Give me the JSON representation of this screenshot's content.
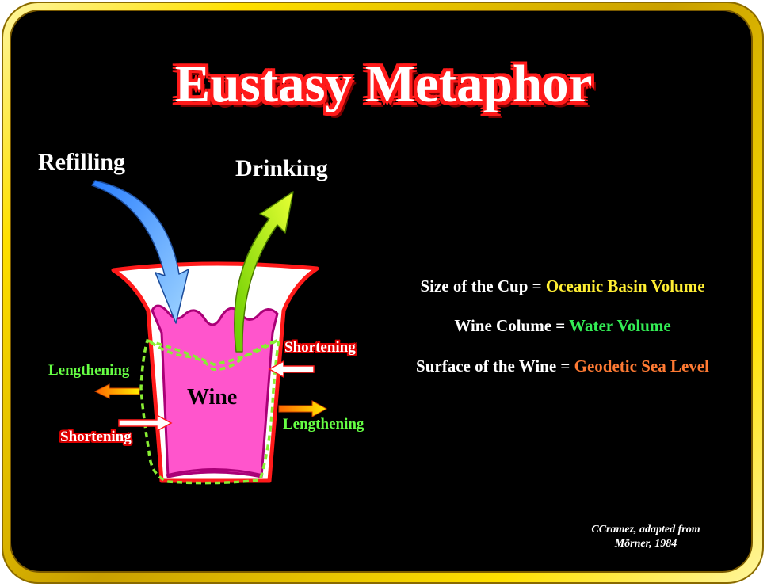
{
  "title": "Eustasy Metaphor",
  "labels": {
    "refilling": "Refilling",
    "drinking": "Drinking",
    "wine": "Wine",
    "shortening_right": "Shortening",
    "lengthening_left": "Lengthening",
    "shortening_left": "Shortening",
    "lengthening_right": "Lengthening"
  },
  "equations": [
    {
      "term": "Size of the Cup = ",
      "meaning": "Oceanic Basin Volume",
      "color": "#ffee33"
    },
    {
      "term": "Wine Colume = ",
      "meaning": "Water Volume",
      "color": "#33ee55"
    },
    {
      "term": "Surface of the Wine = ",
      "meaning": "Geodetic Sea Level",
      "color": "#ff7a33"
    }
  ],
  "credit": {
    "line1": "CCramez, adapted from",
    "line2": "Mörner, 1984"
  },
  "colors": {
    "cup_outline": "#ff1a1a",
    "wine_fill": "#ff55cc",
    "wine_outline": "#aa0077",
    "dashed_outline": "#88ee33",
    "refill_arrow": "#66b8ff",
    "drink_arrow": "#aaff00",
    "small_arrows": "#ffcc00"
  }
}
